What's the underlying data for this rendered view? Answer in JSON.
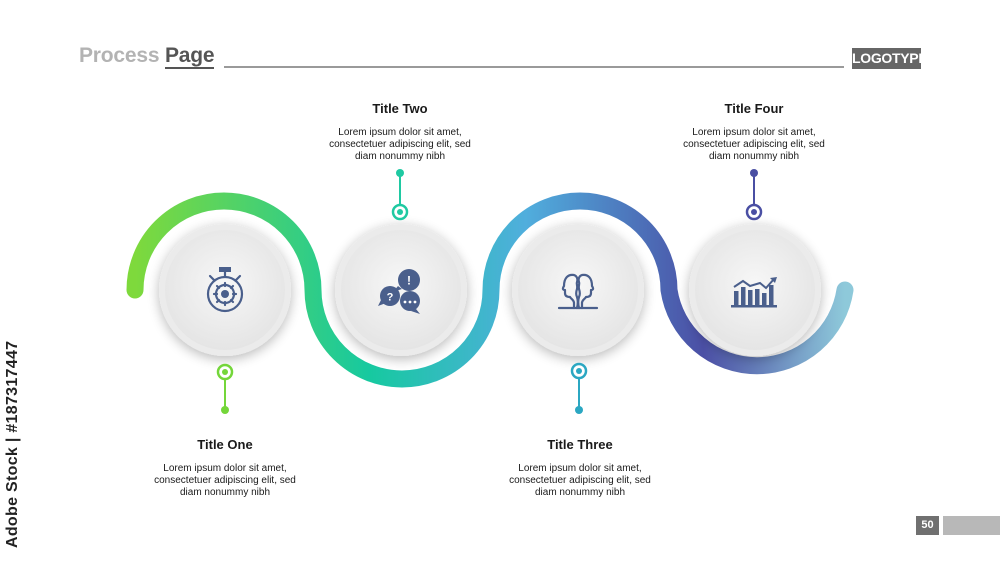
{
  "header": {
    "title_light": "Process",
    "title_dark": "Page",
    "logotype": "LOGOTYPE"
  },
  "steps": [
    {
      "title": "Title One",
      "desc": [
        "Lorem ipsum dolor sit amet,",
        "consectetuer adipiscing elit, sed",
        "diam nonummy nibh"
      ],
      "icon": "stopwatch-gear-icon",
      "color": "#74d63a"
    },
    {
      "title": "Title Two",
      "desc": [
        "Lorem ipsum dolor sit amet,",
        "consectetuer adipiscing elit, sed",
        "diam nonummy nibh"
      ],
      "icon": "chat-bubbles-icon",
      "color": "#1fc9a2"
    },
    {
      "title": "Title Three",
      "desc": [
        "Lorem ipsum dolor sit amet,",
        "consectetuer adipiscing elit, sed",
        "diam nonummy nibh"
      ],
      "icon": "two-heads-icon",
      "color": "#2ba7c2"
    },
    {
      "title": "Title Four",
      "desc": [
        "Lorem ipsum dolor sit amet,",
        "consectetuer adipiscing elit, sed",
        "diam nonummy nibh"
      ],
      "icon": "growth-chart-icon",
      "color": "#4a4fa3"
    }
  ],
  "footer": {
    "page_number": "50"
  },
  "watermark": "Adobe Stock | #187317447",
  "colors": {
    "gradient_start": "#7ed93c",
    "gradient_mid1": "#16c9a0",
    "gradient_mid2": "#50aedd",
    "gradient_mid3": "#4b4fa5",
    "gradient_end": "#8ec9da",
    "icon": "#4a5f8c",
    "circle_fill": "#efefef"
  }
}
